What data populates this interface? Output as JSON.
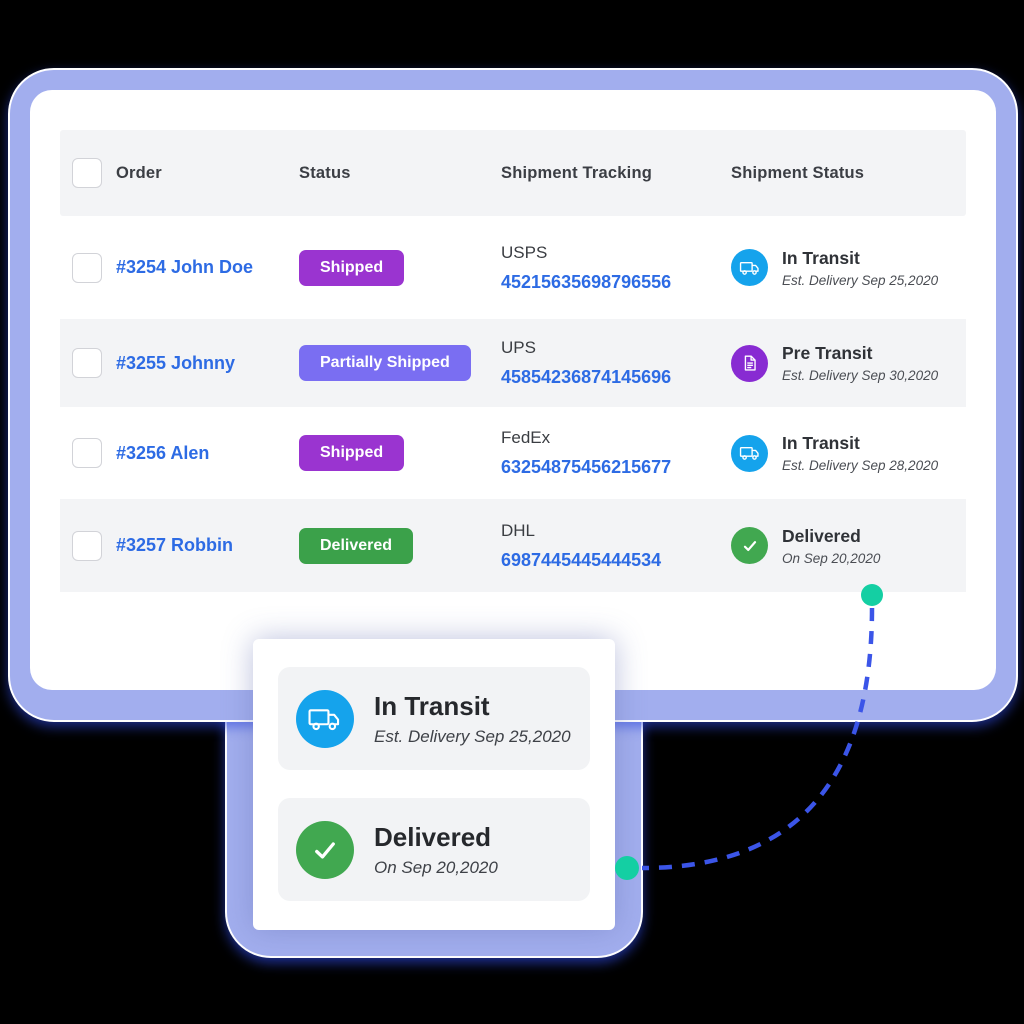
{
  "table": {
    "columns": [
      "Order",
      "Status",
      "Shipment Tracking",
      "Shipment Status"
    ],
    "rows": [
      {
        "order": "#3254 John Doe",
        "status": "Shipped",
        "carrier": "USPS",
        "tracking": "45215635698796556",
        "shipment_status": "In Transit",
        "shipment_note": "Est. Delivery Sep 25,2020",
        "icon": "truck-icon"
      },
      {
        "order": "#3255 Johnny",
        "status": "Partially Shipped",
        "carrier": "UPS",
        "tracking": "45854236874145696",
        "shipment_status": "Pre Transit",
        "shipment_note": "Est. Delivery Sep 30,2020",
        "icon": "document-icon"
      },
      {
        "order": "#3256 Alen",
        "status": "Shipped",
        "carrier": "FedEx",
        "tracking": "63254875456215677",
        "shipment_status": "In Transit",
        "shipment_note": "Est. Delivery Sep 28,2020",
        "icon": "truck-icon"
      },
      {
        "order": "#3257 Robbin",
        "status": "Delivered",
        "carrier": "DHL",
        "tracking": "6987445445444534",
        "shipment_status": "Delivered",
        "shipment_note": "On Sep 20,2020",
        "icon": "check-icon"
      }
    ]
  },
  "callout": {
    "items": [
      {
        "title": "In Transit",
        "note": "Est. Delivery Sep 25,2020",
        "icon": "truck-icon"
      },
      {
        "title": "Delivered",
        "note": "On Sep 20,2020",
        "icon": "check-icon"
      }
    ]
  },
  "colors": {
    "frame": "#a2aeee",
    "badge_shipped": "#9a34d0",
    "badge_partially_shipped": "#7a6ef2",
    "badge_delivered": "#3ba14a",
    "icon_blue": "#15a3ec",
    "icon_purple": "#882bd2",
    "icon_green": "#41a850",
    "link_blue": "#2d6be4",
    "connector_dash": "#3b55e8",
    "connector_dot": "#14cfa3",
    "row_stripe": "#f3f4f6"
  }
}
